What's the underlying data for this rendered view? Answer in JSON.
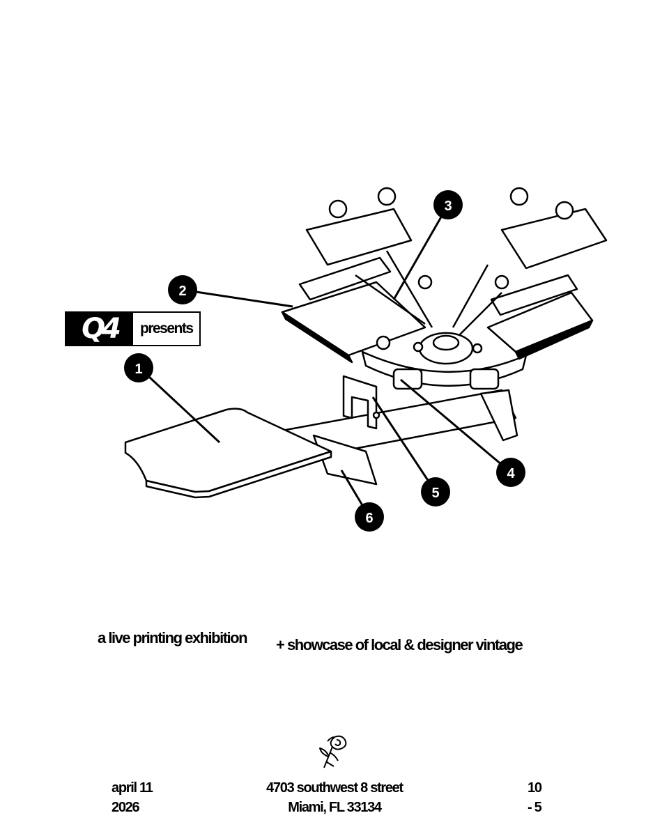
{
  "logo": {
    "mark": "Q4",
    "word": "presents"
  },
  "callouts": [
    "1",
    "2",
    "3",
    "4",
    "5",
    "6"
  ],
  "tagline": {
    "part1": "a live printing exhibition",
    "part2": "+ showcase of local & designer vintage"
  },
  "footer": {
    "date_line1": "april 11",
    "date_line2": "2026",
    "address_line1": "4703 southwest 8 street",
    "address_line2": "Miami, FL 33134",
    "hours_line1": "10",
    "hours_line2": "- 5"
  },
  "icons": [
    "rose-icon"
  ]
}
